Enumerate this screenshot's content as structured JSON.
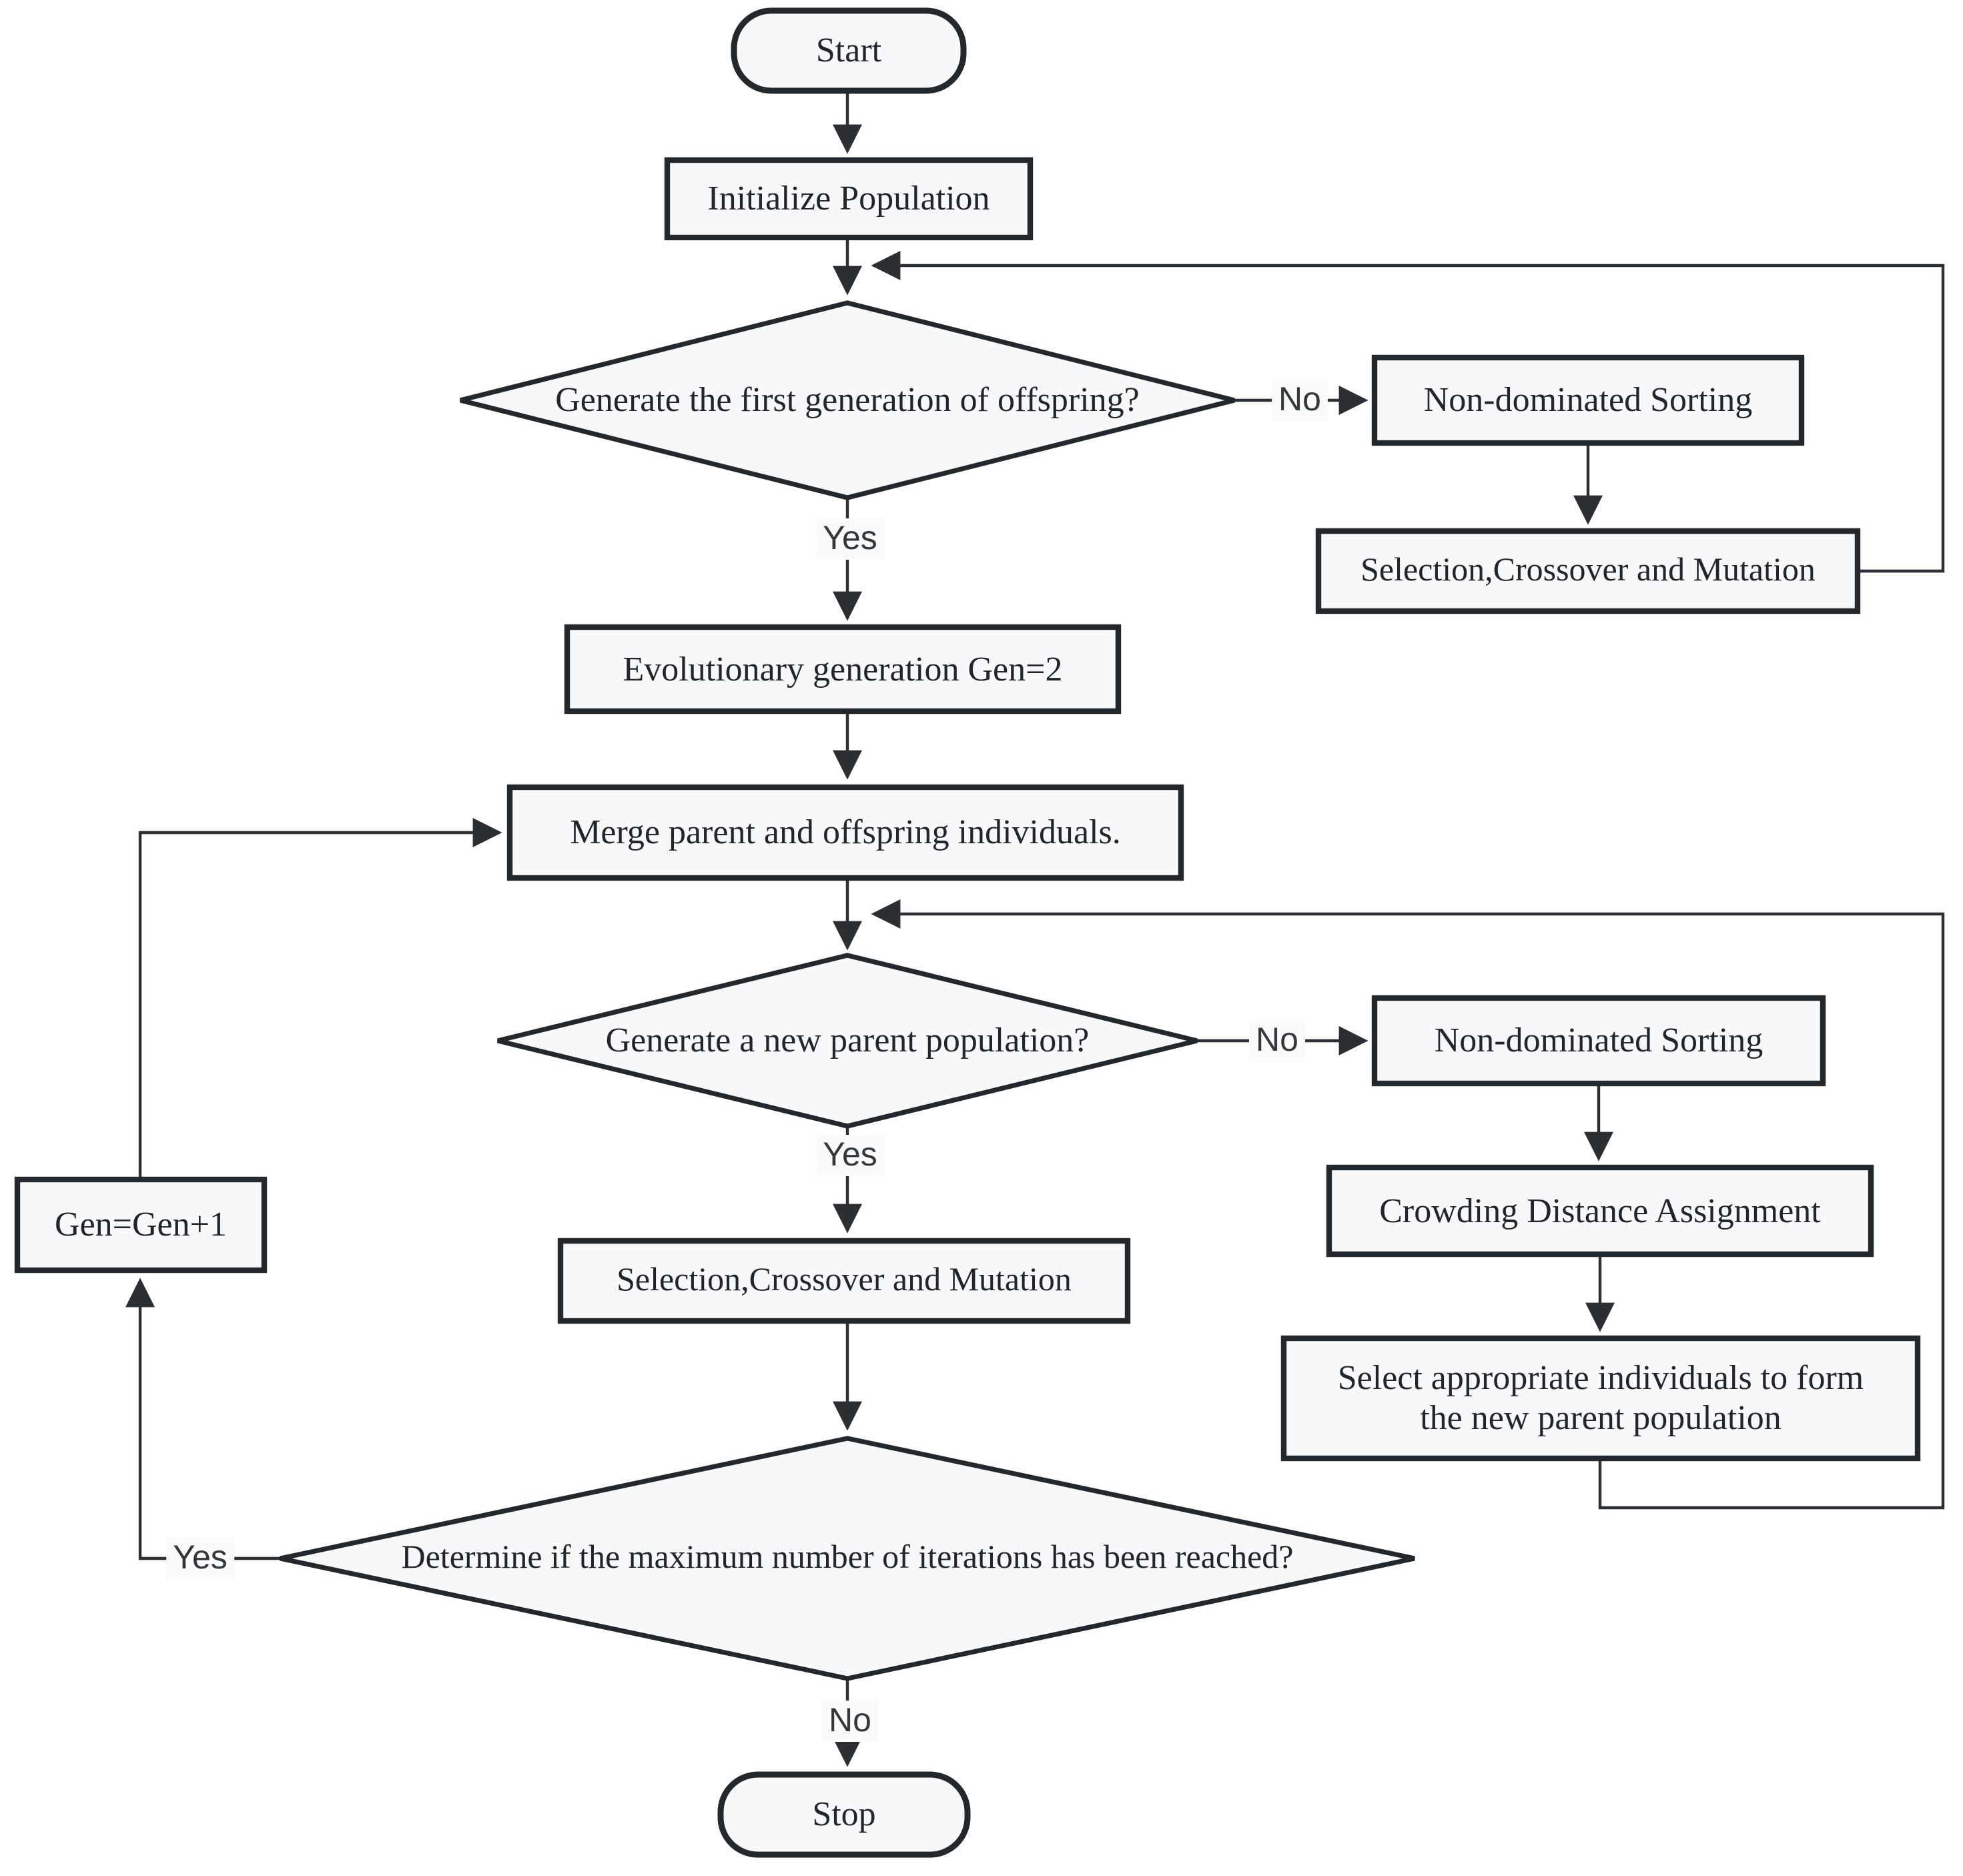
{
  "diagram_type": "flowchart",
  "colors": {
    "line": "#2b2f33",
    "shape_border": "#23282c",
    "shape_fill": "#f6f8f9",
    "text": "#22262a",
    "background": "#ffffff"
  },
  "nodes": {
    "start": {
      "label": "Start"
    },
    "initialize": {
      "label": "Initialize Population"
    },
    "decision_first_offspring": {
      "label": "Generate the first generation of offspring?"
    },
    "non_dominated_sorting_top": {
      "label": "Non-dominated Sorting"
    },
    "selection_crossover_mutation_top": {
      "label": "Selection,Crossover and Mutation"
    },
    "evolutionary_generation": {
      "label": "Evolutionary generation Gen=2"
    },
    "merge": {
      "label": "Merge parent and offspring individuals."
    },
    "decision_new_parent": {
      "label": "Generate a new parent population?"
    },
    "non_dominated_sorting_right": {
      "label": "Non-dominated Sorting"
    },
    "crowding_distance": {
      "label": "Crowding Distance Assignment"
    },
    "select_individuals": {
      "line1": "Select appropriate individuals to form",
      "line2": "the new parent population"
    },
    "selection_crossover_mutation_mid": {
      "label": "Selection,Crossover and Mutation"
    },
    "gen_increment": {
      "label": "Gen=Gen+1"
    },
    "decision_max_iterations": {
      "label": "Determine if the maximum number of iterations has been reached?"
    },
    "stop": {
      "label": "Stop"
    }
  },
  "edge_labels": {
    "d1_yes": "Yes",
    "d1_no": "No",
    "d2_yes": "Yes",
    "d2_no": "No",
    "d3_yes": "Yes",
    "d3_no": "No"
  }
}
